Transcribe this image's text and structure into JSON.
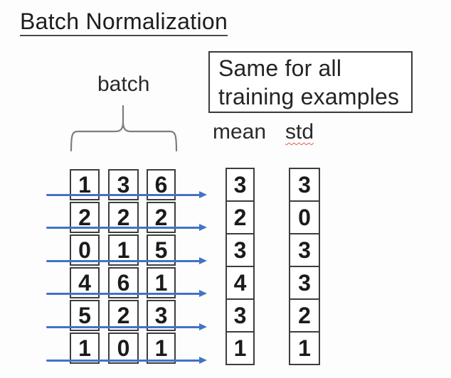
{
  "title": "Batch Normalization",
  "batch_label": "batch",
  "note_box": {
    "line1": "Same for all",
    "line2": "training examples"
  },
  "column_labels": {
    "mean": "mean",
    "std": "std"
  },
  "batch_grid": {
    "rows": [
      [
        "1",
        "3",
        "6"
      ],
      [
        "2",
        "2",
        "2"
      ],
      [
        "0",
        "1",
        "5"
      ],
      [
        "4",
        "6",
        "1"
      ],
      [
        "5",
        "2",
        "3"
      ],
      [
        "1",
        "0",
        "1"
      ]
    ]
  },
  "mean_values": [
    "3",
    "2",
    "3",
    "4",
    "3",
    "1"
  ],
  "std_values": [
    "3",
    "0",
    "3",
    "3",
    "2",
    "1"
  ],
  "arrow_count": 6,
  "colors": {
    "arrow_blue": "#4472c4",
    "cell_border": "#3d3d3d",
    "brace_gray": "#7d7d7d",
    "std_spellcheck_underline": "#e05a52"
  }
}
